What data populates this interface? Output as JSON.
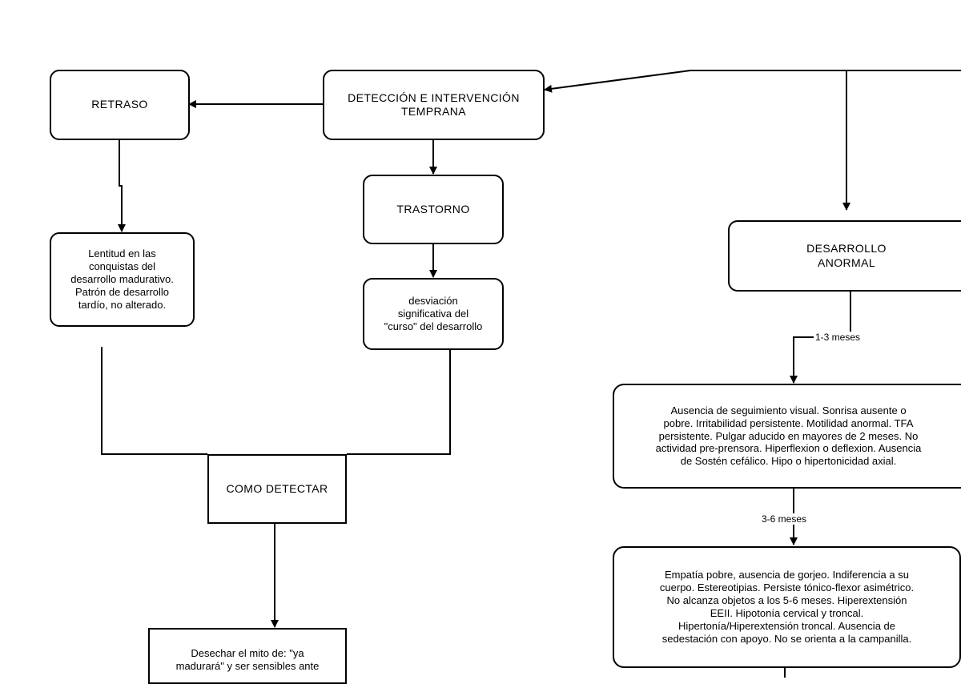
{
  "nodes": {
    "deteccion": "DETECCIÓN E INTERVENCIÓN\nTEMPRANA",
    "retraso": "RETRASO",
    "trastorno": "TRASTORNO",
    "lentitud": "Lentitud en las\nconquistas del\ndesarrollo madurativo.\nPatrón de desarrollo\ntardío, no alterado.",
    "desviacion": "desviación\nsignificativa del\n\"curso\" del desarrollo",
    "como_detectar": "COMO DETECTAR",
    "desechar": "Desechar el mito de: \"ya\nmadurará\" y ser sensibles ante",
    "desarrollo_anormal": "DESARROLLO\nANORMAL",
    "signos_1_3": "Ausencia de seguimiento visual. Sonrisa ausente o\npobre. Irritabilidad persistente. Motilidad anormal. TFA\npersistente. Pulgar aducido en mayores de 2 meses. No\nactividad pre-prensora. Hiperflexion o deflexion. Ausencia\nde Sostén cefálico. Hipo o hipertonicidad axial.",
    "signos_3_6": "Empatía pobre, ausencia de gorjeo. Indiferencia a su\ncuerpo. Estereotipias. Persiste tónico-flexor asimétrico.\nNo alcanza objetos a los 5-6 meses. Hiperextensión\nEEII. Hipotonía cervical y  troncal.\nHipertonía/Hiperextensión troncal. Ausencia de\nsedestación con apoyo. No se orienta a la campanilla."
  },
  "edge_labels": {
    "range_1": "1-3 meses",
    "range_2": "3-6 meses"
  }
}
